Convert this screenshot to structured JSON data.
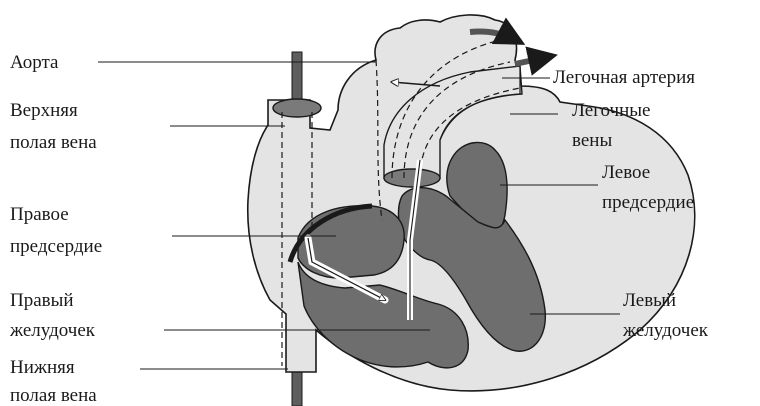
{
  "colors": {
    "outline": "#1a1a1a",
    "light_fill": "#e4e4e4",
    "dark_fill": "#6e6e6e",
    "background": "#ffffff"
  },
  "labels": {
    "aorta": "Аорта",
    "svc_line1": "Верхняя",
    "svc_line2": "полая вена",
    "right_atrium_line1": "Правое",
    "right_atrium_line2": "предсердие",
    "right_ventricle_line1": "Правый",
    "right_ventricle_line2": "желудочек",
    "ivc_line1": "Нижняя",
    "ivc_line2": "полая вена",
    "pulmonary_artery": "Легочная артерия",
    "pulmonary_veins_line1": "Легочные",
    "pulmonary_veins_line2": "вены",
    "left_atrium_line1": "Левое",
    "left_atrium_line2": "предсердие",
    "left_ventricle_line1": "Левый",
    "left_ventricle_line2": "желудочек"
  }
}
